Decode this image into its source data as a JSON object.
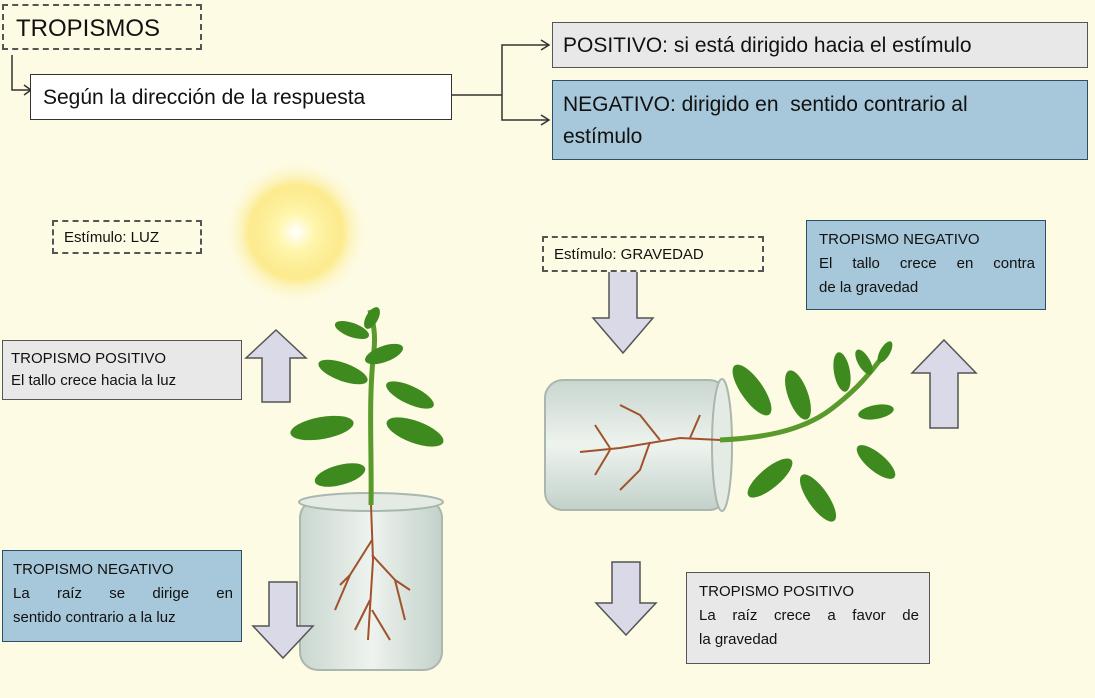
{
  "header": {
    "title": "TROPISMOS",
    "criterion": "Según la dirección de la respuesta",
    "positive": "POSITIVO: si está dirigido hacia el estímulo",
    "negative_line1": "NEGATIVO: dirigido en  sentido contrario al",
    "negative_line2": "estímulo"
  },
  "left": {
    "stimulus": "Estímulo: LUZ",
    "positive_title": "TROPISMO POSITIVO",
    "positive_text": "El tallo crece hacia la luz",
    "negative_title": "TROPISMO NEGATIVO",
    "negative_line1": "La raíz se dirige en",
    "negative_line2": "sentido contrario a la luz"
  },
  "right": {
    "stimulus": "Estímulo: GRAVEDAD",
    "negative_title": "TROPISMO NEGATIVO",
    "negative_line1": "El tallo crece en contra",
    "negative_line2": "de la gravedad",
    "positive_title": "TROPISMO POSITIVO",
    "positive_line1": "La raíz crece a favor de",
    "positive_line2": "la gravedad"
  },
  "colors": {
    "background": "#fdfbe3",
    "blue_box": "#a7c8da",
    "gray_box": "#e8e8e8",
    "arrow": "#d9d9e8",
    "leaf": "#3f8a1f"
  }
}
